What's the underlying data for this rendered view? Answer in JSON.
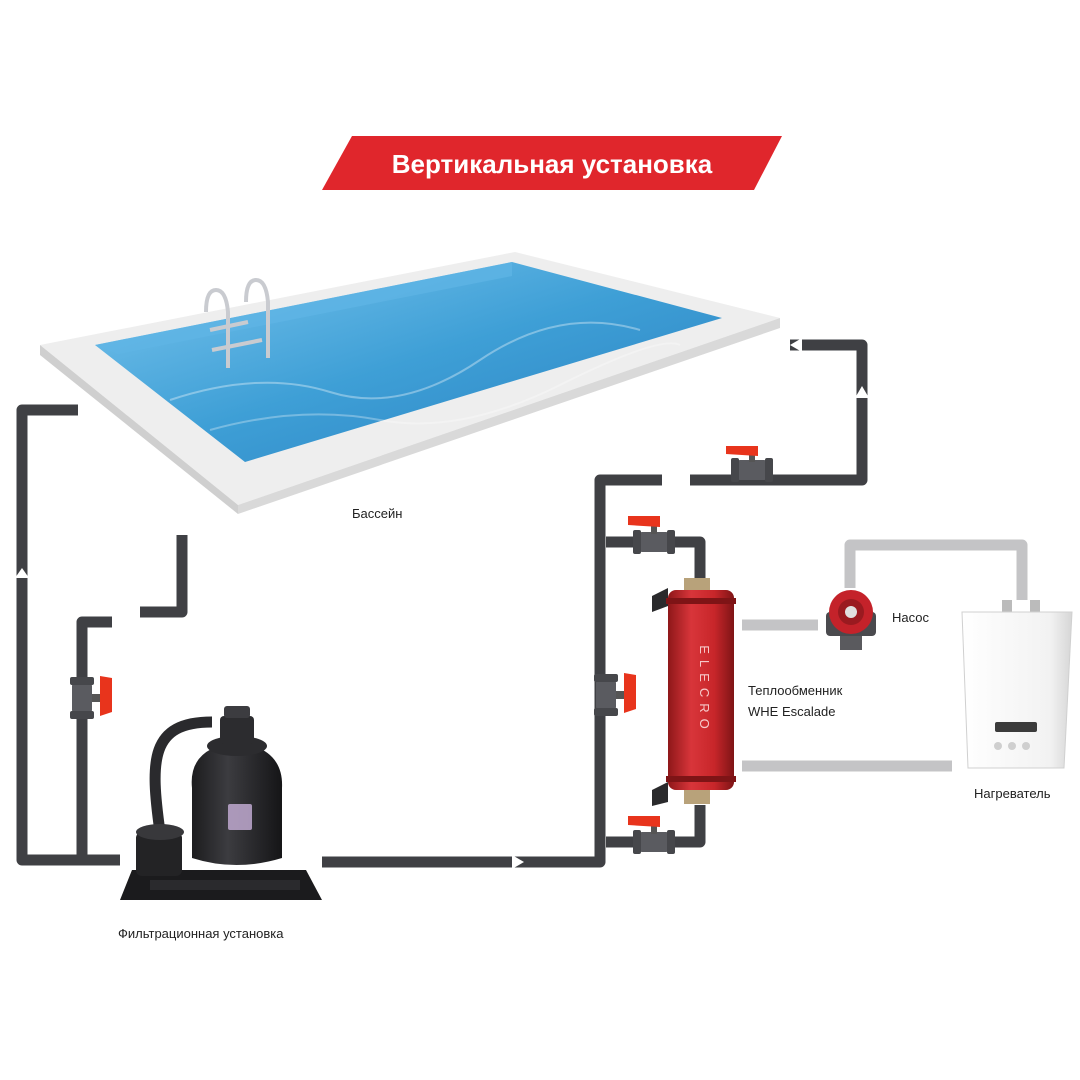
{
  "title": "Вертикальная установка",
  "labels": {
    "pool": "Бассейн",
    "filter": "Фильтрационная установка",
    "pump": "Насос",
    "exchanger_line1": "Теплообменник",
    "exchanger_line2": "WHE Escalade",
    "heater": "Нагреватель",
    "exchanger_brand": "ELECRO"
  },
  "colors": {
    "banner": "#e0262c",
    "pipe_dark": "#3f4044",
    "pipe_light": "#c4c4c6",
    "valve_handle": "#e8341c",
    "exchanger": "#c8262a",
    "pool_water": "#3e9fd6",
    "pool_rim": "#eeeeee"
  },
  "icons": {
    "pool": "swimming-pool-icon",
    "filter": "sand-filter-icon",
    "exchanger": "heat-exchanger-icon",
    "pump": "circulation-pump-icon",
    "heater": "gas-boiler-icon",
    "valve": "ball-valve-icon",
    "arrow": "flow-arrow-icon"
  }
}
